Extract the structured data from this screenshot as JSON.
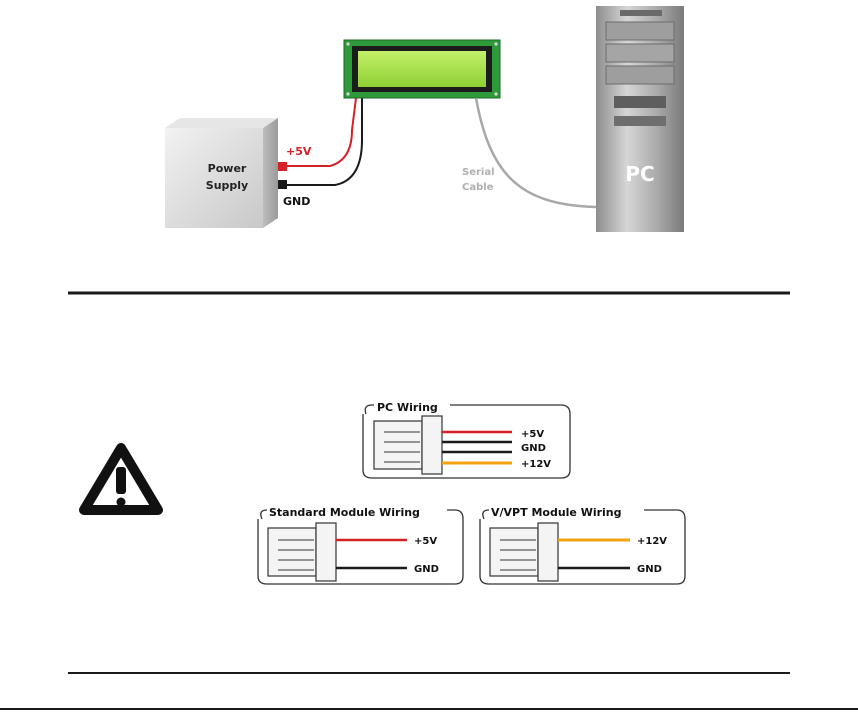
{
  "top_diagram": {
    "power_supply_line1": "Power",
    "power_supply_line2": "Supply",
    "plus5v": "+5V",
    "gnd": "GND",
    "serial_line1": "Serial",
    "serial_line2": "Cable",
    "pc": "PC"
  },
  "wiring": {
    "pc_title": "PC Wiring",
    "pc_wires": [
      "+5V",
      "GND",
      "+12V"
    ],
    "standard_title": "Standard Module Wiring",
    "standard_wires": [
      "+5V",
      "GND"
    ],
    "vpt_title": "V/VPT Module Wiring",
    "vpt_wires": [
      "+12V",
      "GND"
    ]
  },
  "colors": {
    "red_wire": "#d42027",
    "black_wire": "#1a1a1a",
    "yellow_wire": "#f2a20c",
    "lcd_green": "#a6e34a",
    "pcb_green": "#2f9a3a",
    "serial_cable": "#a8a8a8"
  }
}
